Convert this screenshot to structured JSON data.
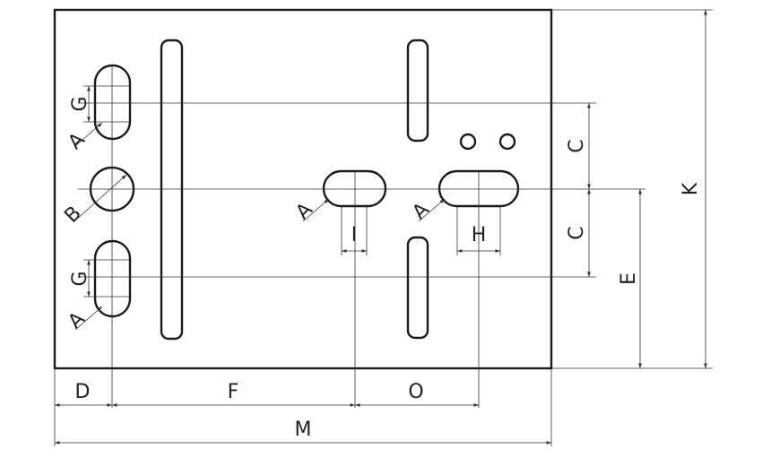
{
  "labels": {
    "A": "A",
    "B": "B",
    "C": "C",
    "D": "D",
    "E": "E",
    "F": "F",
    "G": "G",
    "H": "H",
    "I": "I",
    "K": "K",
    "M": "M",
    "O": "O"
  }
}
